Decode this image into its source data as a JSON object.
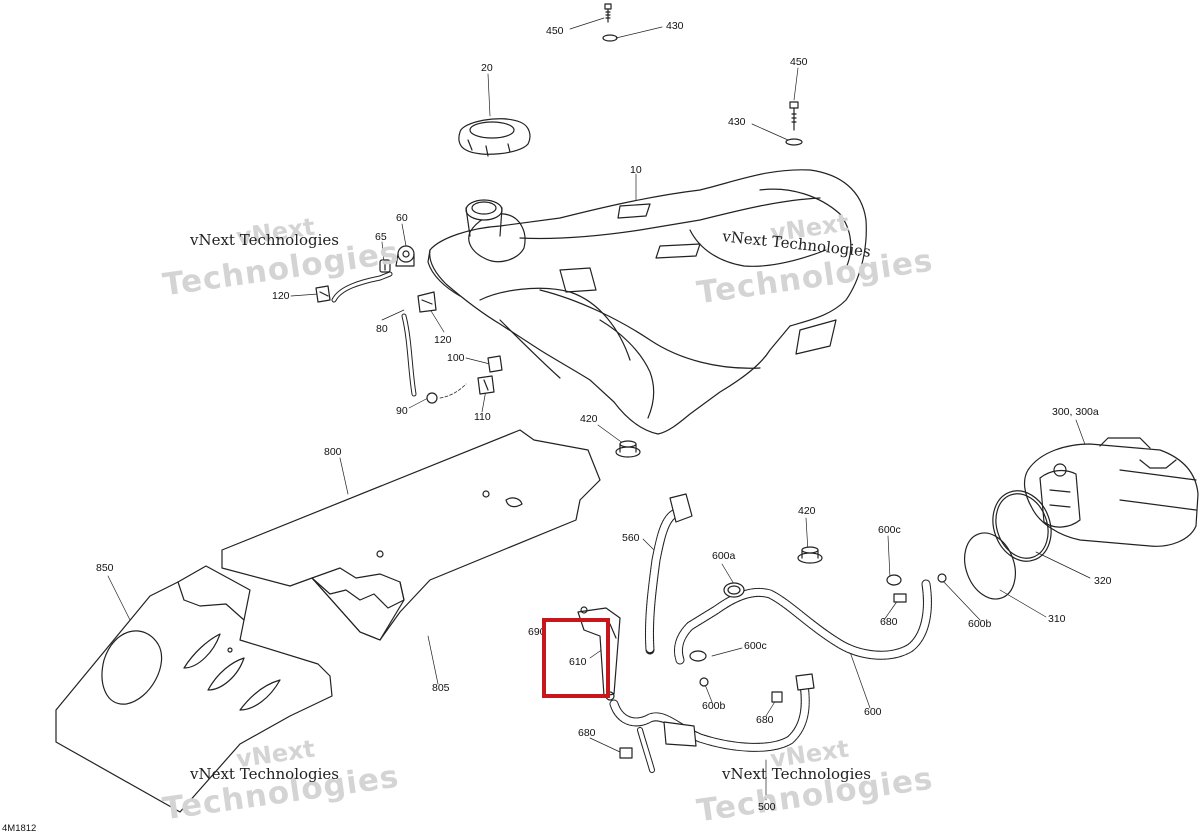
{
  "figure_id": "4M1812",
  "highlight_color": "#c8161d",
  "highlighted_callout": "610",
  "watermark": {
    "company_line1": "vNext Technologies",
    "ghost_text_1": "vNext",
    "ghost_text_2": "Technologies"
  },
  "callouts": [
    {
      "id": "c450a",
      "label": "450"
    },
    {
      "id": "c430a",
      "label": "430"
    },
    {
      "id": "c20",
      "label": "20"
    },
    {
      "id": "c450b",
      "label": "450"
    },
    {
      "id": "c430b",
      "label": "430"
    },
    {
      "id": "c10",
      "label": "10"
    },
    {
      "id": "c60",
      "label": "60"
    },
    {
      "id": "c65",
      "label": "65"
    },
    {
      "id": "c120a",
      "label": "120"
    },
    {
      "id": "c80",
      "label": "80"
    },
    {
      "id": "c120b",
      "label": "120"
    },
    {
      "id": "c100",
      "label": "100"
    },
    {
      "id": "c90",
      "label": "90"
    },
    {
      "id": "c110",
      "label": "110"
    },
    {
      "id": "c420a",
      "label": "420"
    },
    {
      "id": "c800",
      "label": "800"
    },
    {
      "id": "c300",
      "label": "300, 300a"
    },
    {
      "id": "c420b",
      "label": "420"
    },
    {
      "id": "c560",
      "label": "560"
    },
    {
      "id": "c600a",
      "label": "600a"
    },
    {
      "id": "c600c_top",
      "label": "600c"
    },
    {
      "id": "c850",
      "label": "850"
    },
    {
      "id": "c690",
      "label": "690"
    },
    {
      "id": "c610",
      "label": "610"
    },
    {
      "id": "c600c",
      "label": "600c"
    },
    {
      "id": "c680a",
      "label": "680"
    },
    {
      "id": "c600b_r",
      "label": "600b"
    },
    {
      "id": "c310",
      "label": "310"
    },
    {
      "id": "c320",
      "label": "320"
    },
    {
      "id": "c805",
      "label": "805"
    },
    {
      "id": "c600b",
      "label": "600b"
    },
    {
      "id": "c680b",
      "label": "680"
    },
    {
      "id": "c600",
      "label": "600"
    },
    {
      "id": "c680c",
      "label": "680"
    },
    {
      "id": "c500",
      "label": "500"
    }
  ]
}
